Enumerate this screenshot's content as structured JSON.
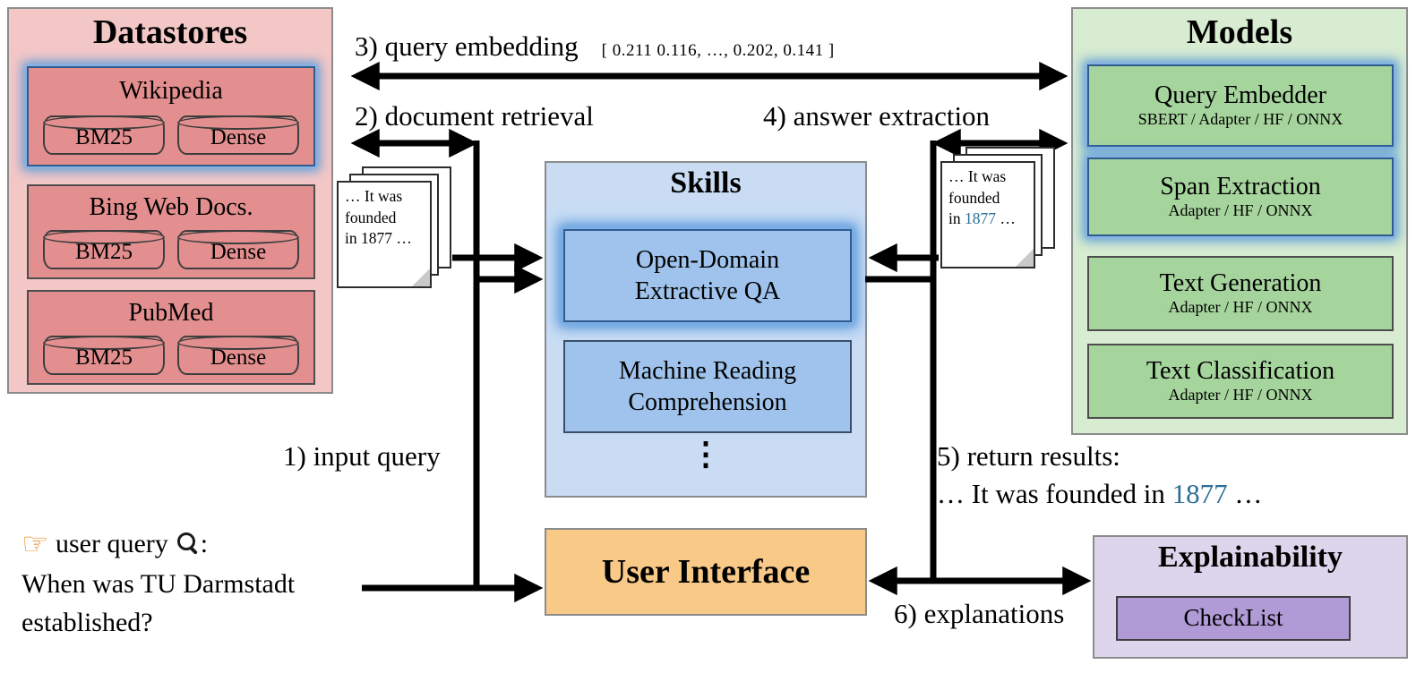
{
  "datastores": {
    "title": "Datastores",
    "stores": [
      {
        "name": "Wikipedia",
        "indexes": [
          "BM25",
          "Dense"
        ],
        "highlighted": true
      },
      {
        "name": "Bing Web Docs.",
        "indexes": [
          "BM25",
          "Dense"
        ],
        "highlighted": false
      },
      {
        "name": "PubMed",
        "indexes": [
          "BM25",
          "Dense"
        ],
        "highlighted": false
      }
    ]
  },
  "models": {
    "title": "Models",
    "items": [
      {
        "name": "Query Embedder",
        "backends": "SBERT / Adapter / HF / ONNX",
        "highlighted": true
      },
      {
        "name": "Span Extraction",
        "backends": "Adapter / HF / ONNX",
        "highlighted": true
      },
      {
        "name": "Text Generation",
        "backends": "Adapter / HF / ONNX",
        "highlighted": false
      },
      {
        "name": "Text Classification",
        "backends": "Adapter / HF / ONNX",
        "highlighted": false
      }
    ]
  },
  "skills": {
    "title": "Skills",
    "items": [
      {
        "name": "Open-Domain Extractive QA",
        "highlighted": true
      },
      {
        "name": "Machine Reading Comprehension",
        "highlighted": false
      }
    ],
    "more_indicator": "⋮"
  },
  "user_interface": {
    "title": "User Interface"
  },
  "explainability": {
    "title": "Explainability",
    "tool": "CheckList"
  },
  "flow": {
    "step1": "1) input query",
    "step2": "2) document retrieval",
    "step3": "3) query embedding",
    "step3_vector": "[ 0.211  0.116,  …,  0.202,  0.141 ]",
    "step4": "4) answer extraction",
    "step5": "5) return results:",
    "step5_answer_prefix": "… It was founded in ",
    "step5_answer_year": "1877",
    "step5_answer_suffix": " …",
    "step6": "6) explanations"
  },
  "document_snippets": {
    "left": {
      "line1": "… It was",
      "line2": "founded",
      "line3_prefix": "in ",
      "year": "1877",
      "line3_suffix": " …",
      "year_color": "black"
    },
    "right": {
      "line1": "… It was",
      "line2": "founded",
      "line3_prefix": "in ",
      "year": "1877",
      "line3_suffix": " …",
      "year_color": "blue"
    }
  },
  "user_query": {
    "pointer_icon": "☞",
    "label": "user query",
    "colon": ":",
    "question_line1": "When was TU Darmstadt",
    "question_line2": "established?"
  },
  "icons": {
    "pointer": "right-pointing-hand",
    "search": "magnifier",
    "database": "cylinder"
  },
  "colors": {
    "datastores_bg": "#f4c7c7",
    "datastore_item": "#e48f8f",
    "models_bg": "#d8ecd1",
    "model_item": "#a6d49d",
    "skills_bg": "#c9dcf4",
    "skill_item": "#9fc3ec",
    "user_interface_bg": "#f9c988",
    "explainability_bg": "#ddd5ec",
    "checklist_bg": "#b19bd7",
    "highlight_glow": "#5b9bd5",
    "answer_blue": "#2a6f97"
  }
}
